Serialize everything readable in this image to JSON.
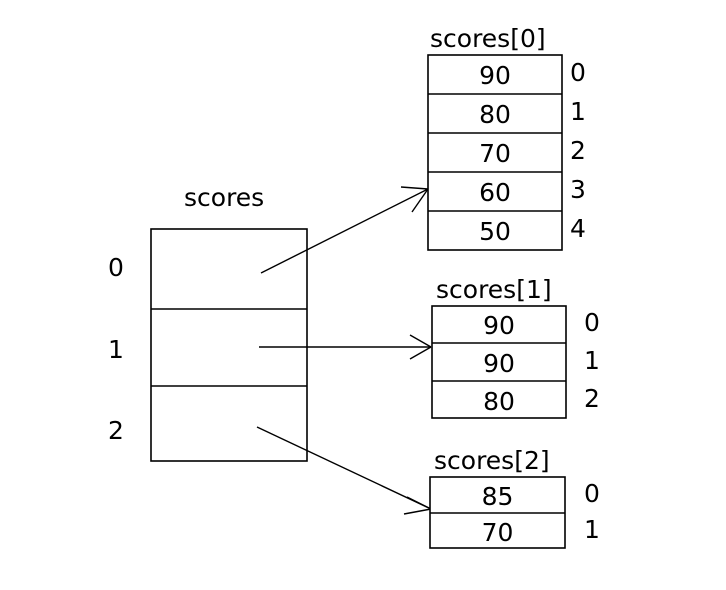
{
  "diagram": {
    "title": "scores",
    "type": "jagged-array",
    "background_color": "#ffffff",
    "stroke_color": "#000000"
  },
  "outer_array": {
    "label": "scores",
    "indices": [
      "0",
      "1",
      "2"
    ],
    "cells": [
      "",
      "",
      ""
    ]
  },
  "inner_arrays": [
    {
      "label": "scores[0]",
      "values": [
        "90",
        "80",
        "70",
        "60",
        "50"
      ],
      "indices": [
        "0",
        "1",
        "2",
        "3",
        "4"
      ]
    },
    {
      "label": "scores[1]",
      "values": [
        "90",
        "90",
        "80"
      ],
      "indices": [
        "0",
        "1",
        "2"
      ]
    },
    {
      "label": "scores[2]",
      "values": [
        "85",
        "70"
      ],
      "indices": [
        "0",
        "1"
      ]
    }
  ]
}
